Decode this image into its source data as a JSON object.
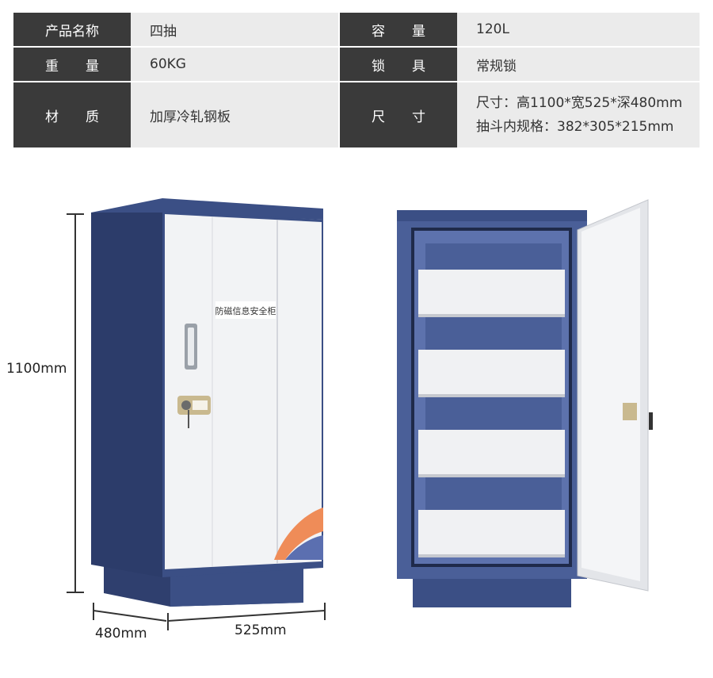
{
  "specs": {
    "name_label": "产品名称",
    "name_value": "四抽",
    "capacity_label": "容　　量",
    "capacity_value": "120L",
    "weight_label": "重　　量",
    "weight_value": "60KG",
    "lock_label": "锁　　具",
    "lock_value": "常规锁",
    "material_label": "材　　质",
    "material_value": "加厚冷轧钢板",
    "size_label": "尺　　寸",
    "size_value_1": "尺寸：高1100*宽525*深480mm",
    "size_value_2": "抽斗内规格：382*305*215mm"
  },
  "dimensions": {
    "height": "1100mm",
    "depth": "480mm",
    "width": "525mm"
  },
  "cabinet": {
    "door_sticker": "防磁信息安全柜"
  },
  "colors": {
    "navy": "#3b4f85",
    "dark_navy": "#2f3f6e",
    "door_white": "#f2f3f5",
    "orange_accent": "#ef8c58"
  }
}
